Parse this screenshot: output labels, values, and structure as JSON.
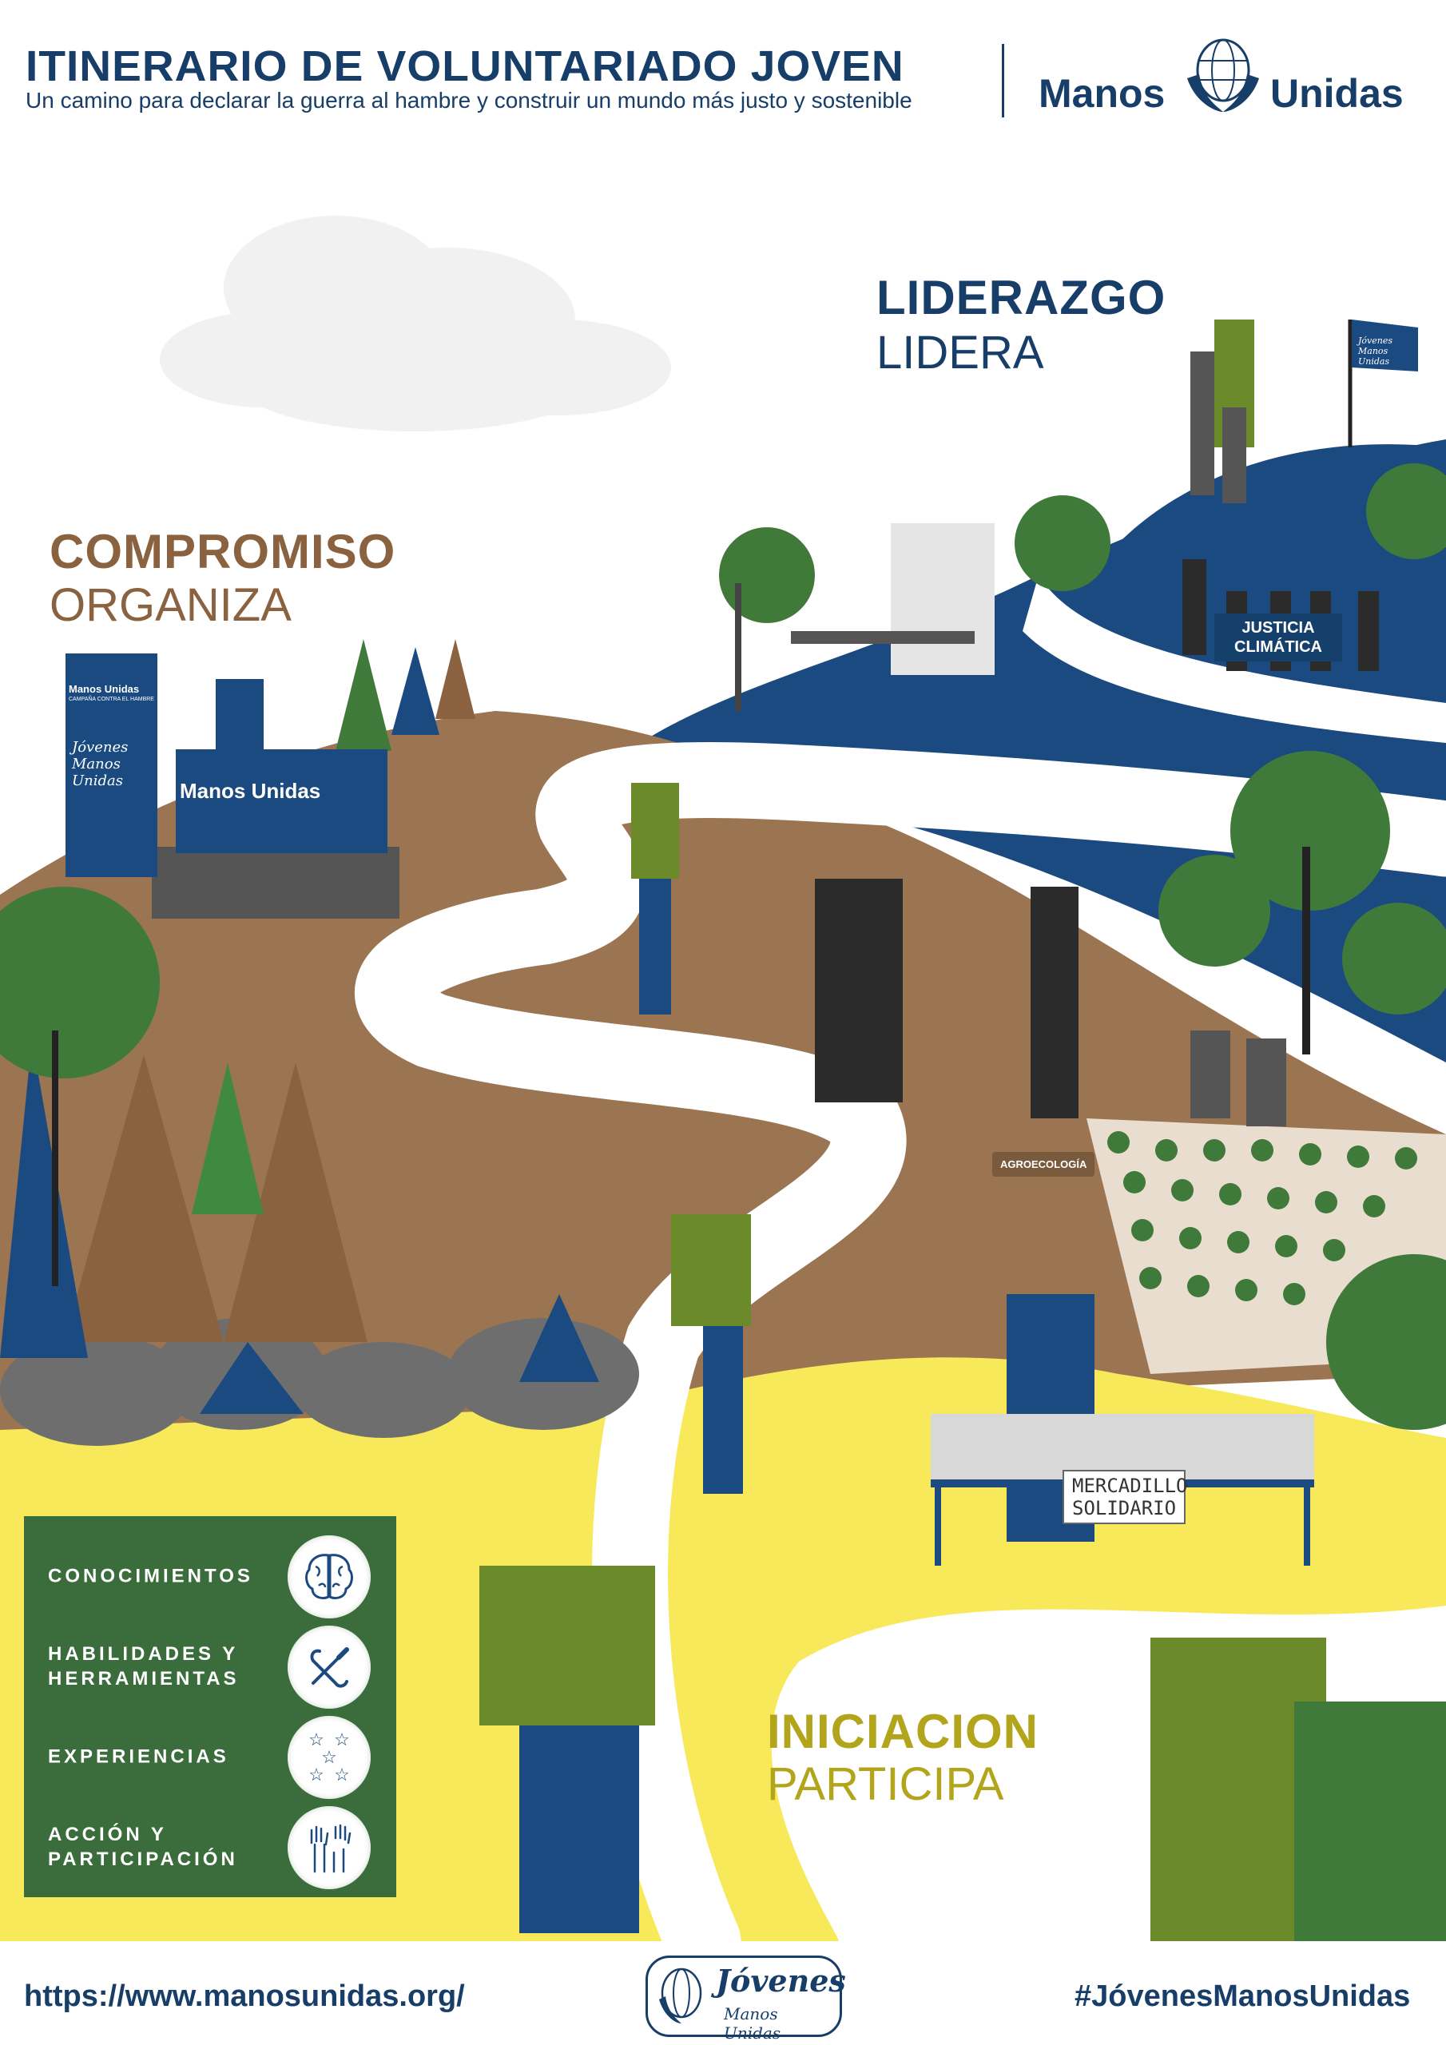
{
  "header": {
    "title": "ITINERARIO DE VOLUNTARIADO JOVEN",
    "subtitle": "Un camino para declarar la guerra al hambre y construir un mundo más justo y sostenible",
    "logo_left": "Manos",
    "logo_right": "Unidas"
  },
  "stages": {
    "liderazgo": {
      "title": "LIDERAZGO",
      "verb": "LIDERA"
    },
    "compromiso": {
      "title": "COMPROMISO",
      "verb": "ORGANIZA"
    },
    "iniciacion": {
      "title": "INICIACION",
      "verb": "PARTICIPA"
    }
  },
  "scene_labels": {
    "banner": "JUSTICIA CLIMÁTICA",
    "market": "MERCADILLO SOLIDARIO",
    "agro": "AGROECOLOGÍA",
    "table_logo": "Manos Unidas",
    "rollup_top": "Manos Unidas",
    "rollup_sub": "CAMPAÑA CONTRA EL HAMBRE",
    "rollup_script": "Jóvenes Manos Unidas",
    "flag": "Jóvenes Manos Unidas"
  },
  "legend": [
    {
      "label": "CONOCIMIENTOS",
      "icon": "brain-icon"
    },
    {
      "label": "HABILIDADES Y HERRAMIENTAS",
      "icon": "tools-icon"
    },
    {
      "label": "EXPERIENCIAS",
      "icon": "stars-icon"
    },
    {
      "label": "ACCIÓN Y PARTICIPACIÓN",
      "icon": "raised-hands-icon"
    }
  ],
  "footer": {
    "url": "https://www.manosunidas.org/",
    "hashtag": "#JóvenesManosUnidas",
    "logo_top": "Jóvenes",
    "logo_bottom": "Manos Unidas"
  },
  "colors": {
    "navy": "#173d69",
    "brown": "#9b7451",
    "blue": "#1b4a80",
    "yellow": "#f7e95a",
    "green": "#3a6d3b",
    "olive": "#b2a51c"
  }
}
